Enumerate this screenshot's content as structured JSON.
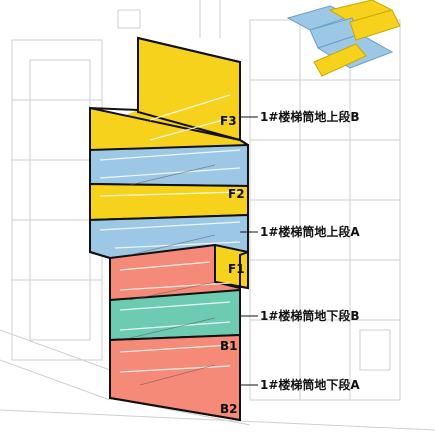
{
  "colors": {
    "yellow": "#f7d21c",
    "blue": "#9cc8e6",
    "teal": "#6ccbb0",
    "red": "#f58a78",
    "outline": "#111111",
    "wire": "#c8c8c8"
  },
  "floor_labels": {
    "f3": "F3",
    "f2": "F2",
    "f1": "F1",
    "b1": "B1",
    "b2": "B2"
  },
  "segment_labels": {
    "above_b": "1#楼梯筒地上段B",
    "above_a": "1#楼梯筒地上段A",
    "below_b": "1#楼梯筒地下段B",
    "below_a": "1#楼梯筒地下段A"
  }
}
